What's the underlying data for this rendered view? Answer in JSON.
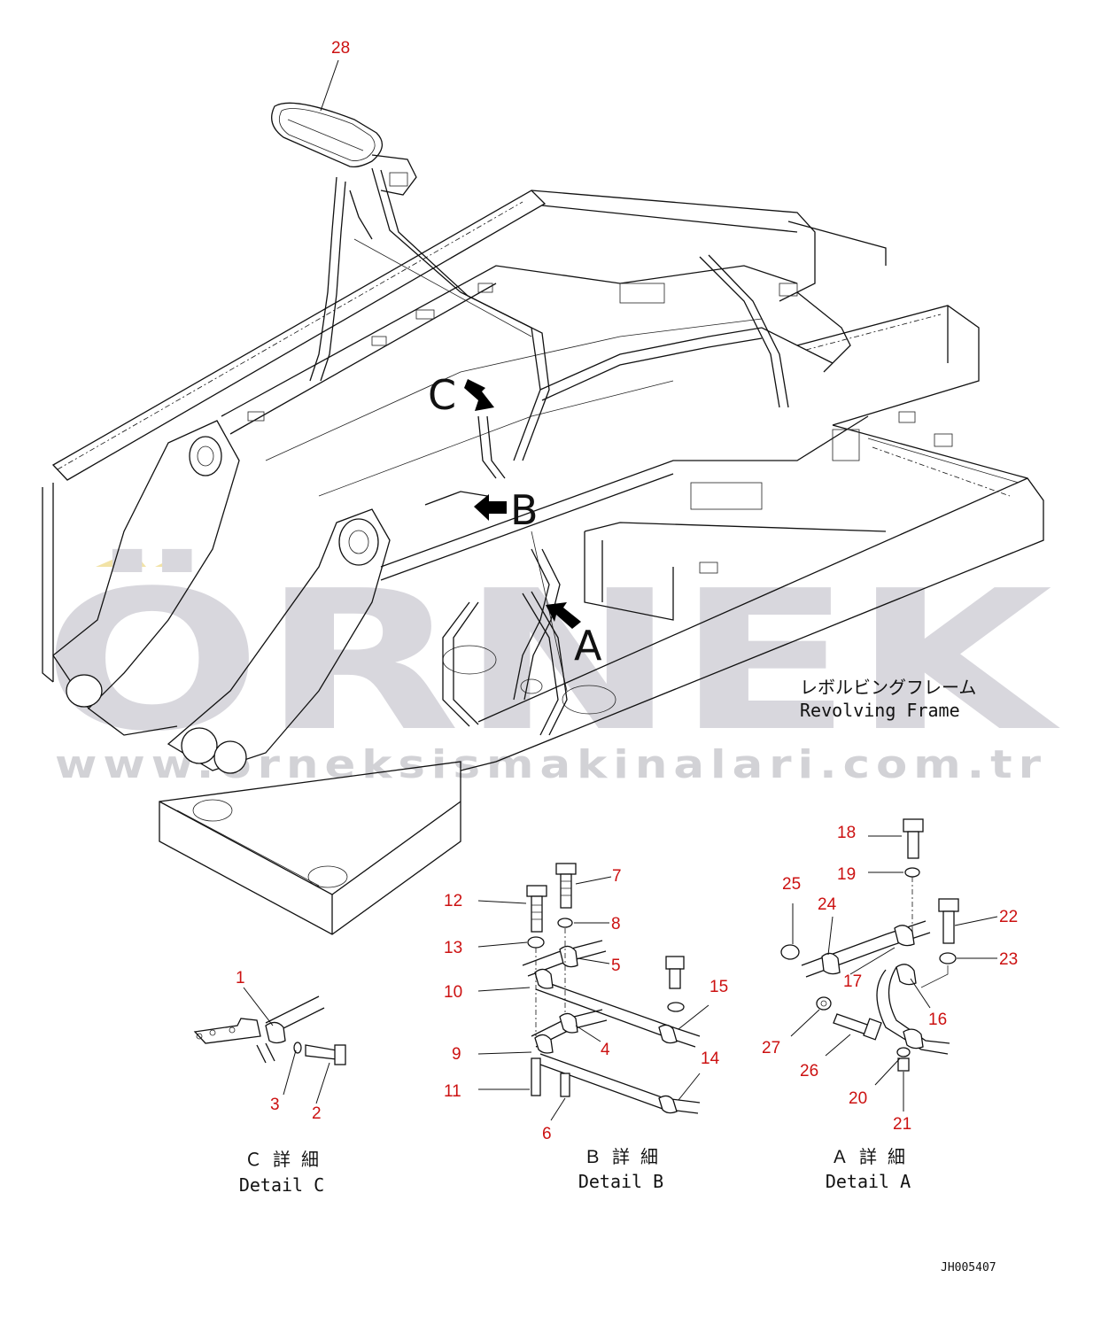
{
  "watermark": {
    "brand": "ÖRNEK",
    "url": "www.orneksismakinalari.com.tr"
  },
  "frame_label": {
    "japanese": "レボルビングフレーム",
    "english": "Revolving Frame"
  },
  "view_arrows": [
    {
      "id": "C",
      "label": "C"
    },
    {
      "id": "B",
      "label": "B"
    },
    {
      "id": "A",
      "label": "A"
    }
  ],
  "details": [
    {
      "id": "C",
      "japanese": "Ｃ 詳 細",
      "english": "Detail C"
    },
    {
      "id": "B",
      "japanese": "Ｂ 詳 細",
      "english": "Detail B"
    },
    {
      "id": "A",
      "japanese": "Ａ 詳 細",
      "english": "Detail A"
    }
  ],
  "callouts": [
    "1",
    "2",
    "3",
    "4",
    "5",
    "6",
    "7",
    "8",
    "9",
    "10",
    "11",
    "12",
    "13",
    "14",
    "15",
    "16",
    "17",
    "18",
    "19",
    "20",
    "21",
    "22",
    "23",
    "24",
    "25",
    "26",
    "27",
    "28"
  ],
  "drawing_code": "JH005407",
  "colors": {
    "callout": "#cc1111",
    "line": "#111111",
    "watermark": "#d8d7dd",
    "watermark_accent": "#f2e3a6"
  }
}
